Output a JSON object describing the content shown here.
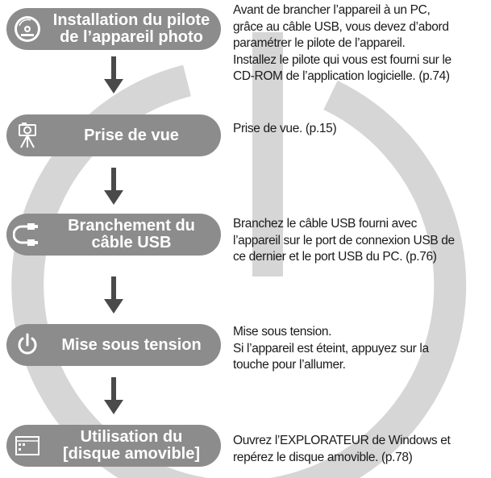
{
  "steps": [
    {
      "icon": "cd-disc-icon",
      "label": "Installation du pilote\nde l’appareil photo",
      "description": "Avant de brancher l’appareil à un PC,\ngrâce au câble USB, vous devez d’abord\nparamétrer le pilote de l’appareil.\nInstallez le pilote qui vous est fourni sur le\nCD-ROM de l’application logicielle. (p.74)"
    },
    {
      "icon": "camera-tripod-icon",
      "label": "Prise de vue",
      "description": "Prise de vue. (p.15)"
    },
    {
      "icon": "usb-cable-icon",
      "label": "Branchement du\ncâble USB",
      "description": "Branchez le câble USB fourni avec\nl’appareil sur le port de connexion USB de\nce dernier et le port USB du PC. (p.76)"
    },
    {
      "icon": "power-icon",
      "label": "Mise sous tension",
      "description": "Mise sous tension.\nSi l’appareil est éteint, appuyez sur la\ntouche pour l’allumer."
    },
    {
      "icon": "removable-disk-icon",
      "label": "Utilisation du\n[disque amovible]",
      "description": "Ouvrez l’EXPLORATEUR de Windows et\nrepérez le disque amovible. (p.78)"
    }
  ],
  "colors": {
    "pill": "#8c8c8c",
    "arrow": "#4a4a4a",
    "background_shape": "#d6d6d6"
  }
}
